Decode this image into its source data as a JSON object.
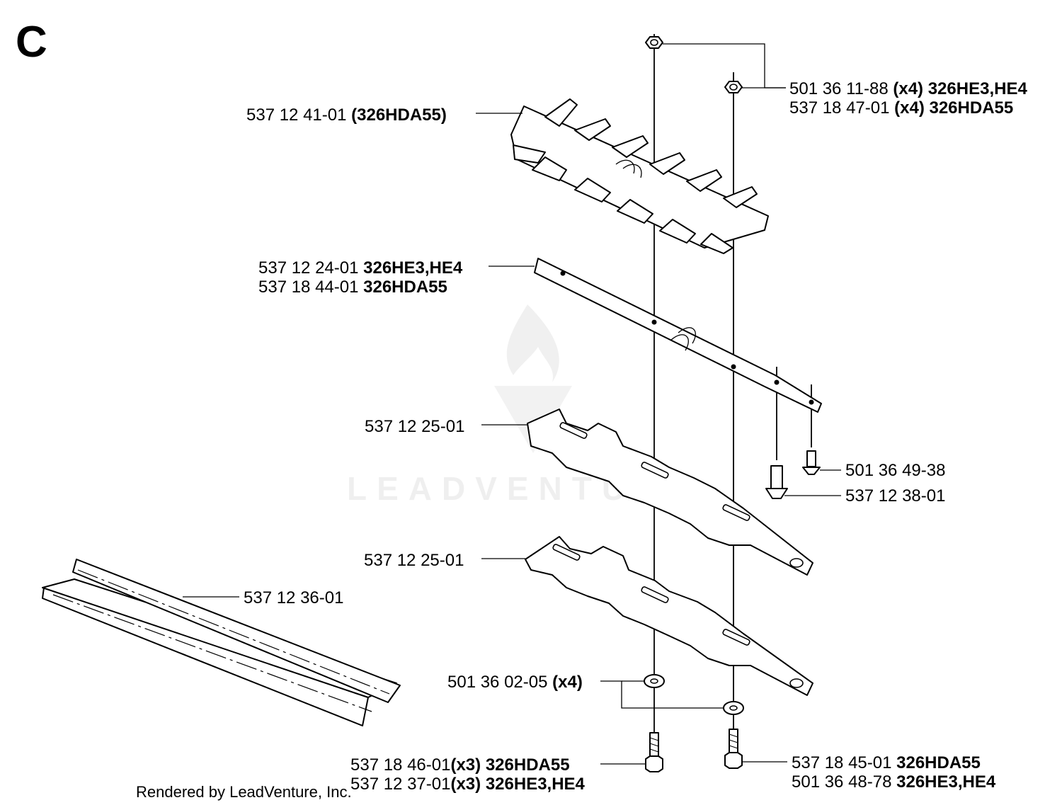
{
  "section_letter": "C",
  "credit": "Rendered by LeadVenture, Inc.",
  "watermark": "LEADVENTURE",
  "callouts": {
    "nut_a_num": "501 36 11-88",
    "nut_a_qty": "(x4) 326HE3,HE4",
    "nut_b_num": "537 18 47-01",
    "nut_b_qty": "(x4) 326HDA55",
    "guard_num": "537 12 41-01",
    "guard_model": "(326HDA55)",
    "plate_a_num": "537 12 24-01",
    "plate_a_model": "326HE3,HE4",
    "plate_b_num": "537 18 44-01",
    "plate_b_model": "326HDA55",
    "blade_upper": "537 12 25-01",
    "screw_small": "501 36 49-38",
    "screw_large": "537 12 38-01",
    "blade_lower": "537 12 25-01",
    "cover": "537 12 36-01",
    "washer_num": "501 36 02-05",
    "washer_qty": "(x4)",
    "bolt_l1_num": "537 18 46-01",
    "bolt_l1_qty": "(x3) 326HDA55",
    "bolt_l2_num": "537 12 37-01",
    "bolt_l2_qty": "(x3) 326HE3,HE4",
    "bolt_r1_num": "537 18 45-01",
    "bolt_r1_model": "326HDA55",
    "bolt_r2_num": "501 36 48-78",
    "bolt_r2_model": "326HE3,HE4"
  }
}
